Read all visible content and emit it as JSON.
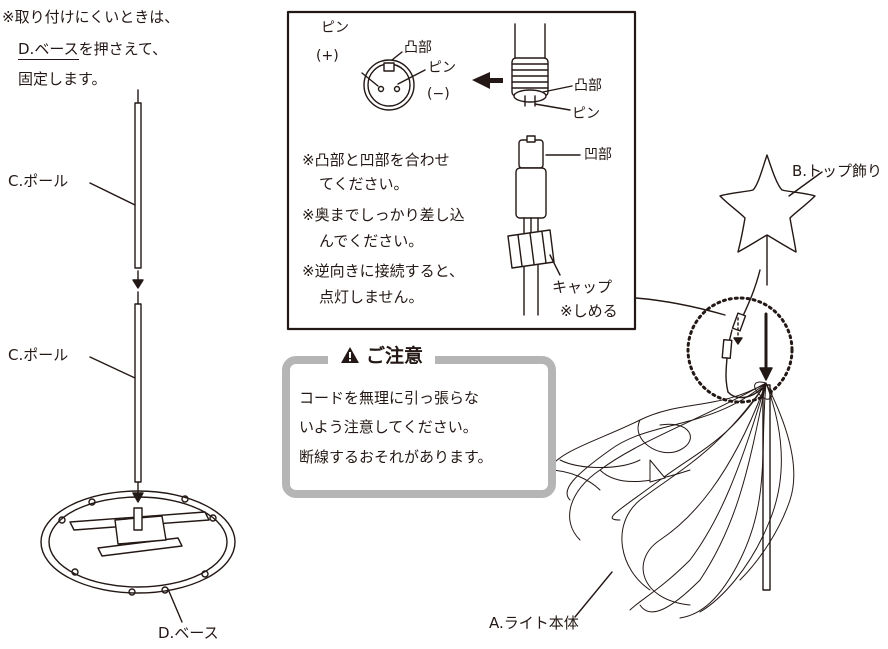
{
  "note_top": {
    "line1": "※取り付けにくいときは、",
    "line2_label": "D.ベース",
    "line2_rest": "を押さえて、",
    "line3": "固定します。"
  },
  "left_labels": {
    "pole_upper": "C.ポール",
    "pole_lower": "C.ポール",
    "base": "D.ベース"
  },
  "connector_box": {
    "pin_plus_label": "ピン",
    "pin_plus_sign": "(+)",
    "convex_left": "凸部",
    "pin_minus_label": "ピン",
    "pin_minus_sign": "(−)",
    "convex_right": "凸部",
    "pin_right": "ピン",
    "concave": "凹部",
    "note1_line1": "※凸部と凹部を合わせ",
    "note1_line2": "てください。",
    "note2_line1": "※奥までしっかり差し込",
    "note2_line2": "んでください。",
    "note3_line1": "※逆向きに接続すると、",
    "note3_line2": "点灯しません。",
    "cap_line1": "キャップ",
    "cap_line2": "※しめる"
  },
  "caution": {
    "title": "ご注意",
    "line1": "コードを無理に引っ張らな",
    "line2": "いよう注意してください。",
    "line3": "断線するおそれがあります。"
  },
  "right_labels": {
    "top_ornament": "B.トップ飾り",
    "light_body": "A.ライト本体"
  }
}
